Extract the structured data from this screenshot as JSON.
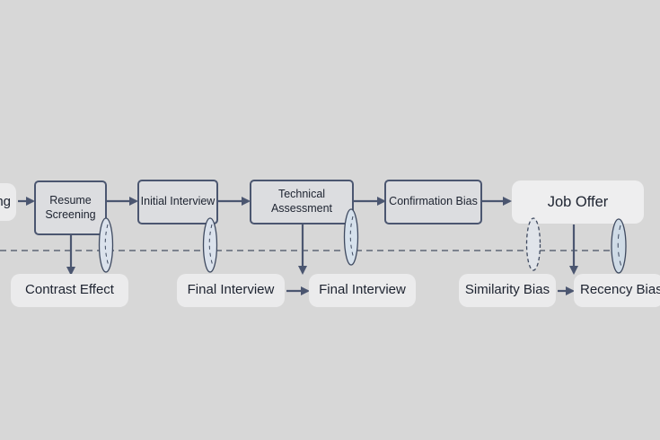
{
  "diagram": {
    "colors": {
      "background": "#d7d7d7",
      "stroke": "#4b5670",
      "dash_line": "#5e6677",
      "outlined_fill": "#dcdde0",
      "soft_fill": "#ebebec",
      "lens_fill": "#dbe4ee",
      "text": "#1d2330"
    },
    "top_row": [
      {
        "id": "sourcing",
        "label": "ng",
        "style": "soft"
      },
      {
        "id": "resume-screening",
        "label": "Resume Screening",
        "style": "outlined"
      },
      {
        "id": "initial-interview",
        "label": "Initial Interview",
        "style": "outlined"
      },
      {
        "id": "technical-assessment",
        "label": "Technical Assessment",
        "style": "outlined"
      },
      {
        "id": "confirmation-bias",
        "label": "Confirmation Bias",
        "style": "outlined"
      },
      {
        "id": "job-offer",
        "label": "Job Offer",
        "style": "soft-big"
      }
    ],
    "bottom_row": [
      {
        "id": "contrast-effect",
        "label": "Contrast Effect"
      },
      {
        "id": "final-interview-1",
        "label": "Final Interview"
      },
      {
        "id": "final-interview-2",
        "label": "Final Interview"
      },
      {
        "id": "similarity-bias",
        "label": "Similarity Bias"
      },
      {
        "id": "recency-bias",
        "label": "Recency Bias"
      }
    ],
    "edges": [
      {
        "from": "sourcing",
        "to": "resume-screening"
      },
      {
        "from": "resume-screening",
        "to": "initial-interview"
      },
      {
        "from": "initial-interview",
        "to": "technical-assessment"
      },
      {
        "from": "technical-assessment",
        "to": "confirmation-bias"
      },
      {
        "from": "confirmation-bias",
        "to": "job-offer"
      },
      {
        "from": "resume-screening",
        "to": "contrast-effect"
      },
      {
        "from": "technical-assessment",
        "to": "final-interview-2"
      },
      {
        "from": "job-offer",
        "to": "recency-bias"
      },
      {
        "from": "final-interview-1",
        "to": "final-interview-2"
      },
      {
        "from": "similarity-bias",
        "to": "recency-bias"
      }
    ],
    "lens_count": 5
  }
}
